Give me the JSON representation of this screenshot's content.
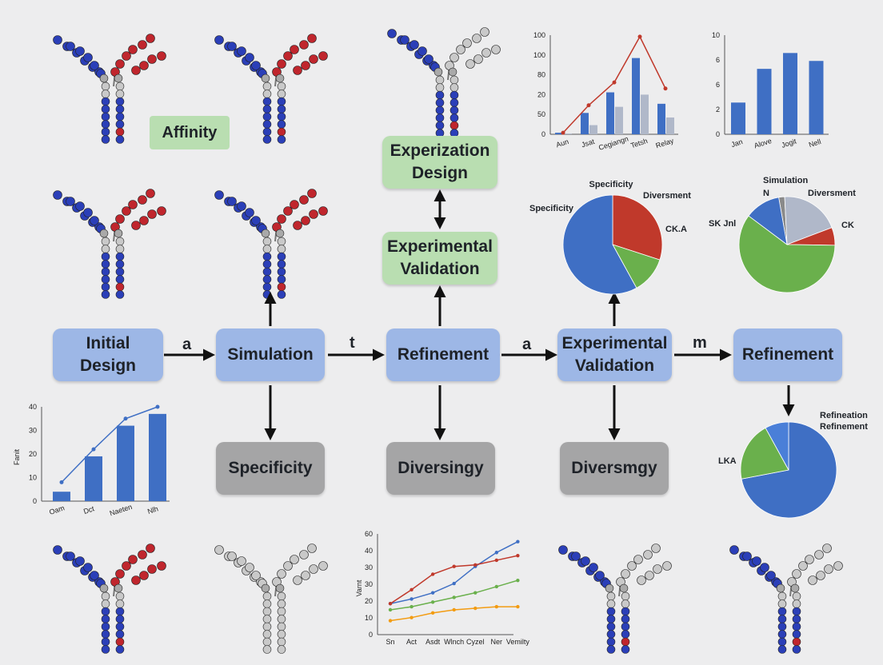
{
  "colors": {
    "blue": "#3f6fc4",
    "red": "#c0392b",
    "green": "#6ab04c",
    "orange": "#f39c12",
    "gray_light": "#b0b8c9",
    "node_blue": "#9db7e6",
    "node_green": "#b9deb1",
    "node_gray": "#a5a5a6"
  },
  "flow": {
    "initial_design": "Initial\nDesign",
    "simulation": "Simulation",
    "refinement_1": "Refinement",
    "experimental_validation_main": "Experimental\nValidation",
    "refinement_2": "Refinement",
    "experization_design": "Experization\nDesign",
    "experimental_validation_top": "Experimental\nValidation",
    "affinity": "Affinity",
    "specificity": "Specificity",
    "diversingy": "Diversingy",
    "diversmgy": "Diversmgy"
  },
  "edge_labels": {
    "a1": "a",
    "t": "t",
    "a2": "a",
    "m": "m"
  },
  "antibody_icons": [
    "antibody-icon-red-blue",
    "antibody-icon-red-blue",
    "antibody-icon-gray-blue",
    "antibody-icon-red-blue",
    "antibody-icon-red-blue",
    "antibody-icon-red-blue",
    "antibody-icon-gray",
    "antibody-icon-gray-blue",
    "antibody-icon-gray-blue"
  ],
  "chart_data": [
    {
      "id": "top-bar-line",
      "type": "bar",
      "categories": [
        "Aun",
        "Jsat",
        "Cegiangn",
        "Tetsh",
        "Relay"
      ],
      "series": [
        {
          "values": [
            2,
            28,
            55,
            100,
            40
          ]
        },
        {
          "values": [
            1,
            12,
            36,
            52,
            22
          ]
        }
      ],
      "line": [
        2,
        38,
        68,
        128,
        60
      ],
      "yticks": [
        "100",
        "100",
        "80",
        "20",
        "50",
        "0"
      ],
      "ylim": [
        0,
        130
      ]
    },
    {
      "id": "top-right-bar",
      "type": "bar",
      "categories": [
        "Jan",
        "Alove",
        "Jogit",
        "Nell"
      ],
      "values": [
        3.2,
        6.6,
        8.2,
        7.4
      ],
      "yticks": [
        "10",
        "6",
        "6",
        "2",
        "0"
      ],
      "ylim": [
        0,
        10
      ]
    },
    {
      "id": "pie-1",
      "type": "pie",
      "values": [
        30,
        12,
        58
      ],
      "slice_colors": [
        "#c0392b",
        "#6ab04c",
        "#3f6fc4"
      ],
      "labels": [
        "Specificity",
        "Diversment",
        "CK.A",
        "Specificity"
      ]
    },
    {
      "id": "pie-2",
      "type": "pie",
      "values": [
        2,
        20,
        6,
        60,
        12
      ],
      "slice_colors": [
        "#8a8a8a",
        "#b0b8c9",
        "#c0392b",
        "#6ab04c",
        "#3f6fc4"
      ],
      "labels": [
        "Simulation",
        "N",
        "Diversment",
        "CK",
        "SK Jnl"
      ]
    },
    {
      "id": "left-bar-line",
      "type": "bar",
      "categories": [
        "Oam",
        "Dct",
        "Naeten",
        "Nlh"
      ],
      "values": [
        4,
        19,
        32,
        37
      ],
      "line": [
        8,
        22,
        35,
        40
      ],
      "ylabel": "Fanit",
      "yticks": [
        "40",
        "30",
        "20",
        "10",
        "0"
      ],
      "ylim": [
        0,
        40
      ]
    },
    {
      "id": "pie-3",
      "type": "pie",
      "values": [
        72,
        20,
        8
      ],
      "slice_colors": [
        "#3f6fc4",
        "#6ab04c",
        "#4a7fd8"
      ],
      "labels": [
        "Refineation",
        "Refinement",
        "LKA"
      ]
    },
    {
      "id": "bottom-line",
      "type": "line",
      "categories": [
        "Sn",
        "Act",
        "Asdt",
        "Wlnch",
        "Cyzel",
        "Ner",
        "Vemilty"
      ],
      "series": [
        {
          "color": "#3f6fc4",
          "values": [
            20,
            23,
            27,
            33,
            44,
            53,
            60
          ]
        },
        {
          "color": "#c0392b",
          "values": [
            20,
            29,
            39,
            44,
            45,
            48,
            51
          ]
        },
        {
          "color": "#6ab04c",
          "values": [
            16,
            18,
            21,
            24,
            27,
            31,
            35
          ]
        },
        {
          "color": "#f39c12",
          "values": [
            9,
            11,
            14,
            16,
            17,
            18,
            18
          ]
        }
      ],
      "ylabel": "Varnt",
      "yticks": [
        "60",
        "40",
        "30",
        "30",
        "20",
        "10",
        "0"
      ],
      "ylim": [
        0,
        65
      ]
    }
  ]
}
